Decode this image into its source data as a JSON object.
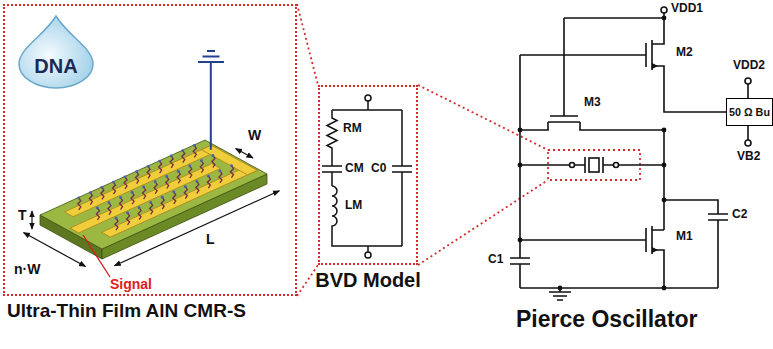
{
  "diagram": {
    "nodes": [
      {
        "text": [
          "Ultra-Thin Film AlN CMR-S"
        ]
      },
      {
        "text": [
          "DNA"
        ],
        "in": 0
      },
      {
        "text": [
          "BVD Model"
        ]
      },
      {
        "text": [
          "50 Ω Bu"
        ]
      }
    ],
    "edges": [
      {
        "from": 0,
        "to": 2,
        "arrow": "none"
      },
      {
        "from": 0,
        "to": 2,
        "arrow": "none"
      }
    ],
    "labels": [
      "T",
      "W",
      "L",
      "n·W",
      "Signal",
      "RM",
      "CM",
      "LM",
      "C0",
      "VDD1",
      "M2",
      "M3",
      "VDD2",
      "VB2",
      "M1",
      "C2",
      "C1",
      "Pierce Oscillator"
    ]
  }
}
